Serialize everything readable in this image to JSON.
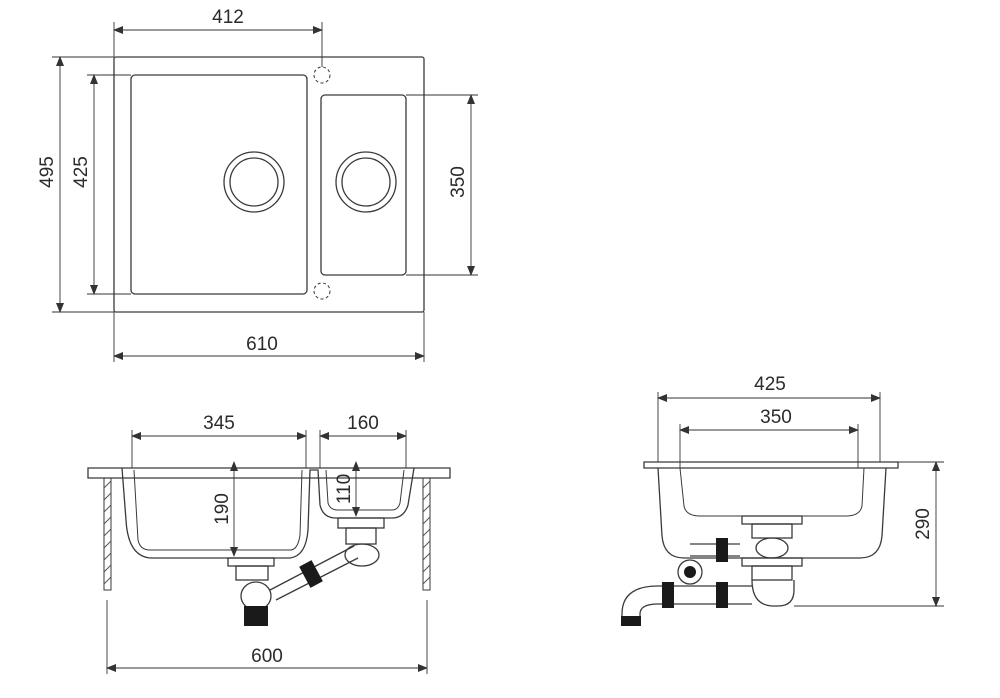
{
  "top_view": {
    "dim_small_bowl_width": "412",
    "dim_overall_depth": "495",
    "dim_bowl_depth": "425",
    "dim_small_bowl_depth": "350",
    "dim_overall_width": "610"
  },
  "front_view": {
    "dim_main_bowl_width": "345",
    "dim_small_bowl_width": "160",
    "dim_main_bowl_height": "190",
    "dim_small_bowl_height": "110",
    "dim_cabinet_width": "600"
  },
  "side_view": {
    "dim_outer_width": "425",
    "dim_inner_width": "350",
    "dim_total_height": "290"
  }
}
